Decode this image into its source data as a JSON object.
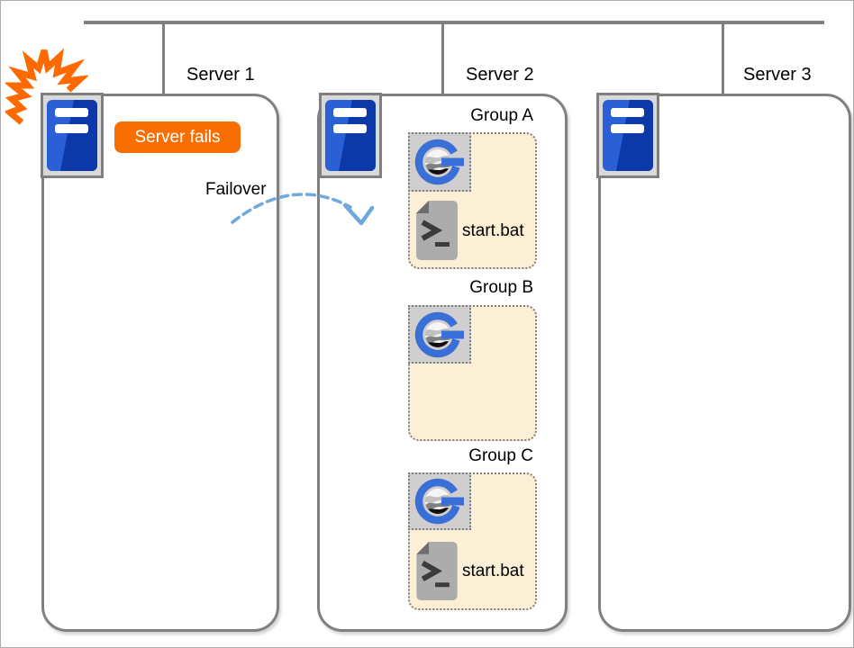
{
  "header": {
    "servers": [
      {
        "label": "Server 1"
      },
      {
        "label": "Server 2"
      },
      {
        "label": "Server 3"
      }
    ]
  },
  "server1": {
    "failure_badge": "Server fails",
    "failover_label": "Failover"
  },
  "server2": {
    "groups": [
      {
        "label": "Group A",
        "script": "start.bat"
      },
      {
        "label": "Group B"
      },
      {
        "label": "Group C",
        "script": "start.bat"
      }
    ]
  },
  "icons": {
    "server": "server-tower-icon",
    "gateway": "gateway-logo-icon",
    "script": "batch-script-icon",
    "spark": "failure-spark-icon",
    "failover_arrow": "failover-arrow-icon"
  },
  "colors": {
    "accent_orange": "#F86E00",
    "group_fill": "#FBEFD5",
    "line_gray": "#808080",
    "server_blue_dark": "#0D38A8",
    "server_blue_light": "#2A5FD6",
    "logo_blue": "#3A6FD8",
    "arrow_blue": "#6FA8DC"
  }
}
